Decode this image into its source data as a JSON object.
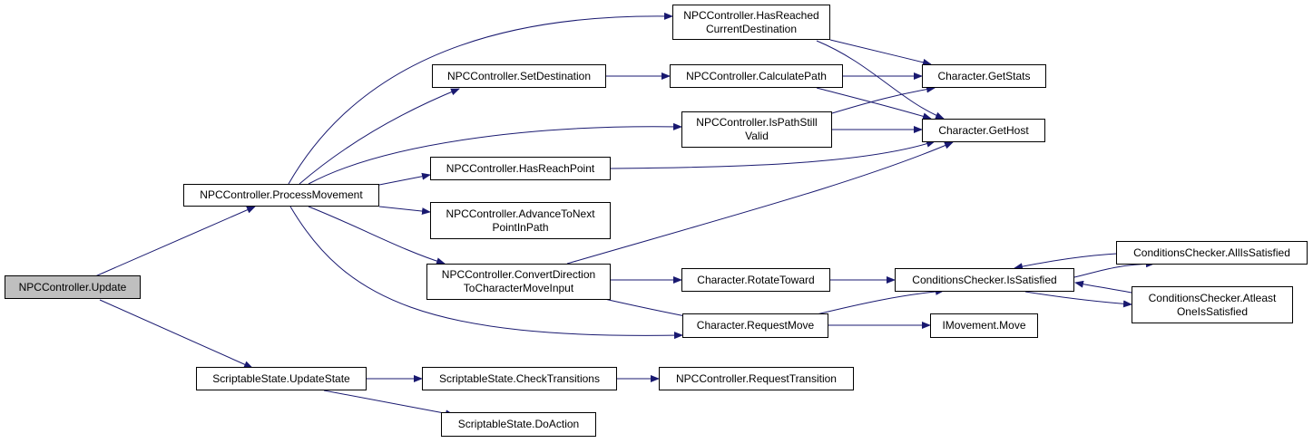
{
  "colors": {
    "edge": "#191970",
    "root_fill": "#bfbfbf",
    "node_fill": "#ffffff",
    "border": "#000000"
  },
  "nodes": {
    "update": "NPCController.Update",
    "process_movement": "NPCController.ProcessMovement",
    "update_state": "ScriptableState.UpdateState",
    "has_reached_current_destination": "NPCController.HasReached\nCurrentDestination",
    "set_destination": "NPCController.SetDestination",
    "calculate_path": "NPCController.CalculatePath",
    "is_path_still_valid": "NPCController.IsPathStill\nValid",
    "has_reach_point": "NPCController.HasReachPoint",
    "advance_to_next_point": "NPCController.AdvanceToNext\nPointInPath",
    "convert_direction": "NPCController.ConvertDirection\nToCharacterMoveInput",
    "get_stats": "Character.GetStats",
    "get_host": "Character.GetHost",
    "rotate_toward": "Character.RotateToward",
    "request_move": "Character.RequestMove",
    "is_satisfied": "ConditionsChecker.IsSatisfied",
    "all_is_satisfied": "ConditionsChecker.AllIsSatisfied",
    "atleast_one": "ConditionsChecker.Atleast\nOneIsSatisfied",
    "imovement_move": "IMovement.Move",
    "check_transitions": "ScriptableState.CheckTransitions",
    "do_action": "ScriptableState.DoAction",
    "request_transition": "NPCController.RequestTransition"
  }
}
